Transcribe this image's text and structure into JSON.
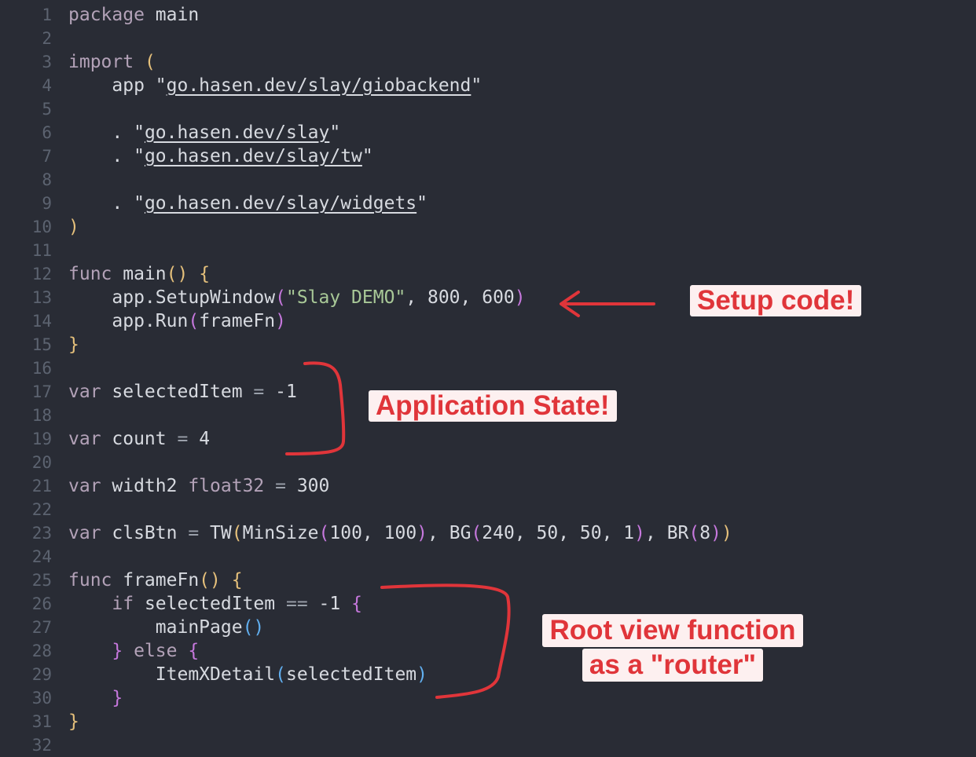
{
  "lines": [
    {
      "n": "1",
      "tokens": [
        [
          "kw",
          "package"
        ],
        [
          "fn",
          " main"
        ]
      ]
    },
    {
      "n": "2",
      "tokens": []
    },
    {
      "n": "3",
      "tokens": [
        [
          "kw",
          "import"
        ],
        [
          "fn",
          " "
        ],
        [
          "p1",
          "("
        ]
      ]
    },
    {
      "n": "4",
      "tokens": [
        [
          "fn",
          "    app "
        ],
        [
          "fn",
          "\""
        ],
        [
          "url",
          "go.hasen.dev/slay/giobackend"
        ],
        [
          "fn",
          "\""
        ]
      ]
    },
    {
      "n": "5",
      "tokens": []
    },
    {
      "n": "6",
      "tokens": [
        [
          "fn",
          "    . "
        ],
        [
          "fn",
          "\""
        ],
        [
          "url",
          "go.hasen.dev/slay"
        ],
        [
          "fn",
          "\""
        ]
      ]
    },
    {
      "n": "7",
      "tokens": [
        [
          "fn",
          "    . "
        ],
        [
          "fn",
          "\""
        ],
        [
          "url",
          "go.hasen.dev/slay/tw"
        ],
        [
          "fn",
          "\""
        ]
      ]
    },
    {
      "n": "8",
      "tokens": []
    },
    {
      "n": "9",
      "tokens": [
        [
          "fn",
          "    . "
        ],
        [
          "fn",
          "\""
        ],
        [
          "url",
          "go.hasen.dev/slay/widgets"
        ],
        [
          "fn",
          "\""
        ]
      ]
    },
    {
      "n": "10",
      "tokens": [
        [
          "p1",
          ")"
        ]
      ]
    },
    {
      "n": "11",
      "tokens": []
    },
    {
      "n": "12",
      "tokens": [
        [
          "kw",
          "func"
        ],
        [
          "fn",
          " main"
        ],
        [
          "p1",
          "()"
        ],
        [
          "fn",
          " "
        ],
        [
          "p1",
          "{"
        ]
      ]
    },
    {
      "n": "13",
      "tokens": [
        [
          "fn",
          "    app.SetupWindow"
        ],
        [
          "p2",
          "("
        ],
        [
          "str",
          "\"Slay DEMO\""
        ],
        [
          "fn",
          ", 800, 600"
        ],
        [
          "p2",
          ")"
        ]
      ]
    },
    {
      "n": "14",
      "tokens": [
        [
          "fn",
          "    app.Run"
        ],
        [
          "p2",
          "("
        ],
        [
          "fn",
          "frameFn"
        ],
        [
          "p2",
          ")"
        ]
      ]
    },
    {
      "n": "15",
      "tokens": [
        [
          "p1",
          "}"
        ]
      ]
    },
    {
      "n": "16",
      "tokens": []
    },
    {
      "n": "17",
      "tokens": [
        [
          "kw",
          "var"
        ],
        [
          "fn",
          " selectedItem "
        ],
        [
          "op",
          "="
        ],
        [
          "fn",
          " -1"
        ]
      ]
    },
    {
      "n": "18",
      "tokens": []
    },
    {
      "n": "19",
      "tokens": [
        [
          "kw",
          "var"
        ],
        [
          "fn",
          " count "
        ],
        [
          "op",
          "="
        ],
        [
          "fn",
          " 4"
        ]
      ]
    },
    {
      "n": "20",
      "tokens": []
    },
    {
      "n": "21",
      "tokens": [
        [
          "kw",
          "var"
        ],
        [
          "fn",
          " width2 "
        ],
        [
          "typ",
          "float32"
        ],
        [
          "fn",
          " "
        ],
        [
          "op",
          "="
        ],
        [
          "fn",
          " 300"
        ]
      ]
    },
    {
      "n": "22",
      "tokens": []
    },
    {
      "n": "23",
      "tokens": [
        [
          "kw",
          "var"
        ],
        [
          "fn",
          " clsBtn "
        ],
        [
          "op",
          "="
        ],
        [
          "fn",
          " TW"
        ],
        [
          "p1",
          "("
        ],
        [
          "fn",
          "MinSize"
        ],
        [
          "p2",
          "("
        ],
        [
          "fn",
          "100, 100"
        ],
        [
          "p2",
          ")"
        ],
        [
          "fn",
          ", BG"
        ],
        [
          "p2",
          "("
        ],
        [
          "fn",
          "240, 50, 50, 1"
        ],
        [
          "p2",
          ")"
        ],
        [
          "fn",
          ", BR"
        ],
        [
          "p2",
          "("
        ],
        [
          "fn",
          "8"
        ],
        [
          "p2",
          ")"
        ],
        [
          "p1",
          ")"
        ]
      ]
    },
    {
      "n": "24",
      "tokens": []
    },
    {
      "n": "25",
      "tokens": [
        [
          "kw",
          "func"
        ],
        [
          "fn",
          " frameFn"
        ],
        [
          "p1",
          "()"
        ],
        [
          "fn",
          " "
        ],
        [
          "p1",
          "{"
        ]
      ]
    },
    {
      "n": "26",
      "tokens": [
        [
          "kw",
          "    if"
        ],
        [
          "fn",
          " selectedItem "
        ],
        [
          "op",
          "=="
        ],
        [
          "fn",
          " -1 "
        ],
        [
          "p2",
          "{"
        ]
      ]
    },
    {
      "n": "27",
      "tokens": [
        [
          "fn",
          "        mainPage"
        ],
        [
          "p3",
          "()"
        ]
      ]
    },
    {
      "n": "28",
      "tokens": [
        [
          "p2",
          "    }"
        ],
        [
          "kw",
          " else"
        ],
        [
          "fn",
          " "
        ],
        [
          "p2",
          "{"
        ]
      ]
    },
    {
      "n": "29",
      "tokens": [
        [
          "fn",
          "        ItemXDetail"
        ],
        [
          "p3",
          "("
        ],
        [
          "fn",
          "selectedItem"
        ],
        [
          "p3",
          ")"
        ]
      ]
    },
    {
      "n": "30",
      "tokens": [
        [
          "p2",
          "    }"
        ]
      ]
    },
    {
      "n": "31",
      "tokens": [
        [
          "p1",
          "}"
        ]
      ]
    },
    {
      "n": "32",
      "tokens": []
    }
  ],
  "annotations": {
    "setup": "Setup code!",
    "state": "Application State!",
    "router_line1": "Root view function",
    "router_line2": "as a \"router\""
  },
  "colors": {
    "background": "#292c35",
    "annotation_red": "#e0353a",
    "annotation_bg": "#fdf0f0"
  }
}
